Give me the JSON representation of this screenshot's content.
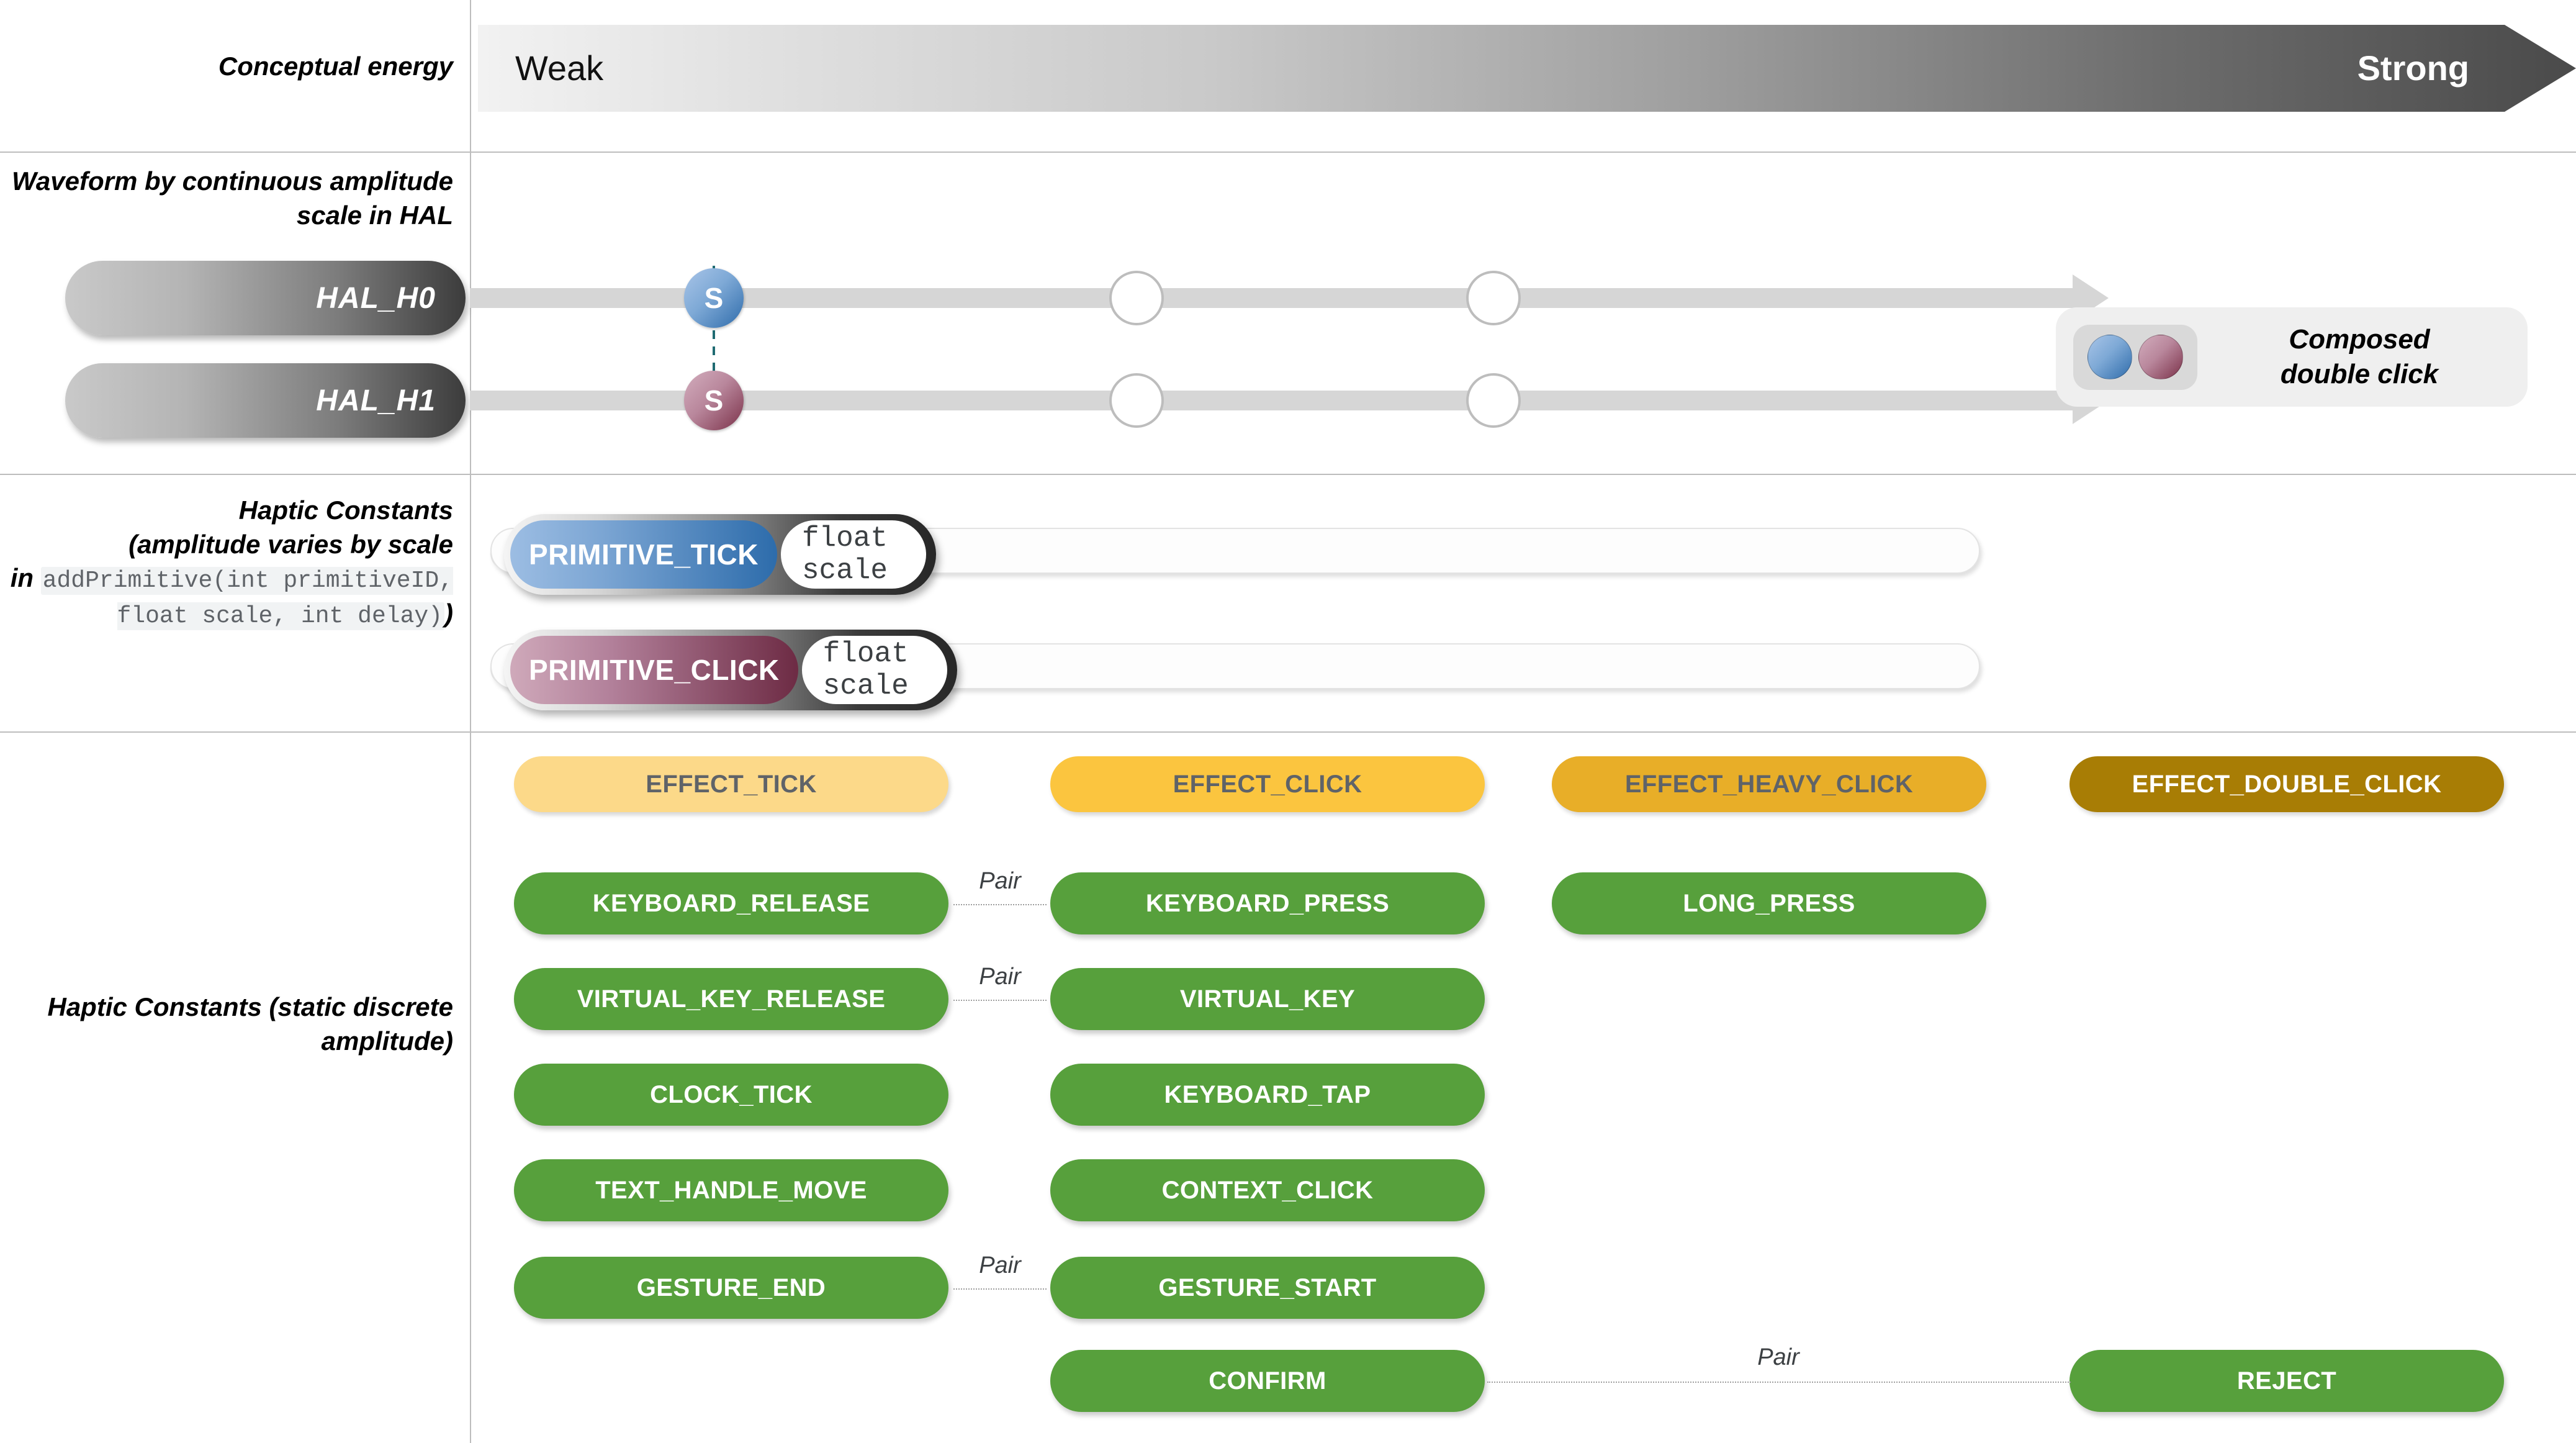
{
  "rows": {
    "energy_label": "Conceptual energy",
    "waveform_label": "Waveform by continuous amplitude scale in HAL",
    "hc_scale_label_a": "Haptic Constants",
    "hc_scale_label_b": "(amplitude varies by scale",
    "hc_scale_label_in": "in ",
    "hc_scale_code": "addPrimitive(int primitiveID, float scale, int delay)",
    "hc_scale_label_close": ")",
    "hc_static_label": "Haptic Constants (static discrete amplitude)"
  },
  "energy": {
    "weak": "Weak",
    "strong": "Strong",
    "gradient_from": "#f2f2f2",
    "gradient_to": "#4a4a4a"
  },
  "hal": {
    "rows": [
      {
        "name": "HAL_H0",
        "marker": "S",
        "marker_color": "#2f6cab"
      },
      {
        "name": "HAL_H1",
        "marker": "S",
        "marker_color": "#7b3149"
      }
    ],
    "composed": {
      "line1": "Composed",
      "line2": "double click"
    }
  },
  "primitives": [
    {
      "name": "PRIMITIVE_TICK",
      "arg": "float scale",
      "color": "#2d6cab"
    },
    {
      "name": "PRIMITIVE_CLICK",
      "arg": "float scale",
      "color": "#6d2b44"
    }
  ],
  "effects": [
    {
      "label": "EFFECT_TICK",
      "bg": "#fcd989",
      "fg": "#5f6368"
    },
    {
      "label": "EFFECT_CLICK",
      "bg": "#fbc killer",
      "fg": "#5f6368"
    },
    {
      "label": "EFFECT_HEAVY_CLICK",
      "bg": "#e8ae28",
      "fg": "#5f6368"
    },
    {
      "label": "EFFECT_DOUBLE_CLICK",
      "bg": "#a87d05",
      "fg": "#ffffff"
    }
  ],
  "effect_colors": {
    "tick": "#fcd989",
    "click": "#fbc53f",
    "heavy": "#e8ae28",
    "double": "#a87d05"
  },
  "constants": {
    "col1": [
      "KEYBOARD_RELEASE",
      "VIRTUAL_KEY_RELEASE",
      "CLOCK_TICK",
      "TEXT_HANDLE_MOVE",
      "GESTURE_END"
    ],
    "col2": [
      "KEYBOARD_PRESS",
      "VIRTUAL_KEY",
      "KEYBOARD_TAP",
      "CONTEXT_CLICK",
      "GESTURE_START",
      "CONFIRM"
    ],
    "col3": [
      "LONG_PRESS"
    ],
    "col4": [
      "REJECT"
    ],
    "pill_color": "#57a03c"
  },
  "pairs": [
    {
      "label": "Pair"
    },
    {
      "label": "Pair"
    },
    {
      "label": "Pair"
    },
    {
      "label": "Pair"
    }
  ]
}
